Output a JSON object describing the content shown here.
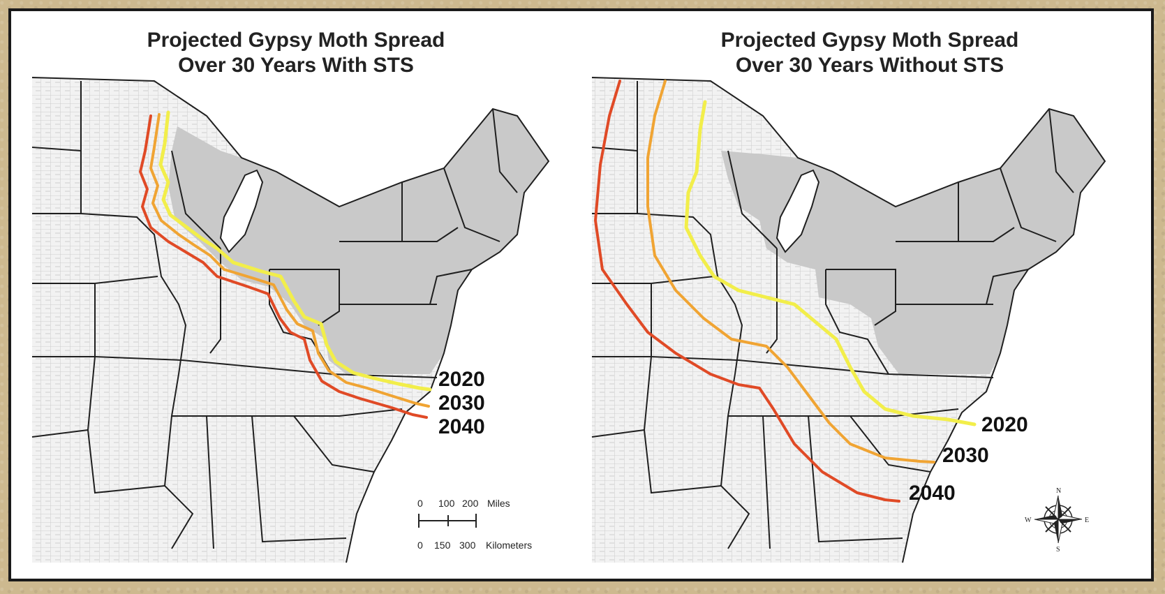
{
  "panels": [
    {
      "title_line1": "Projected Gypsy Moth Spread",
      "title_line2": "Over 30 Years With STS",
      "fronts": [
        {
          "year": "2020",
          "color": "#f2ee4a"
        },
        {
          "year": "2030",
          "color": "#f0a433"
        },
        {
          "year": "2040",
          "color": "#e04a26"
        }
      ]
    },
    {
      "title_line1": "Projected Gypsy Moth Spread",
      "title_line2": "Over 30 Years Without STS",
      "fronts": [
        {
          "year": "2020",
          "color": "#f2ee4a"
        },
        {
          "year": "2030",
          "color": "#f0a433"
        },
        {
          "year": "2040",
          "color": "#e04a26"
        }
      ]
    }
  ],
  "scale_bar": {
    "miles_ticks": [
      "0",
      "100",
      "200"
    ],
    "miles_unit": "Miles",
    "km_ticks": [
      "0",
      "150",
      "300"
    ],
    "km_unit": "Kilometers"
  },
  "compass": {
    "n": "N",
    "s": "S",
    "e": "E",
    "w": "W"
  },
  "colors": {
    "infested": "#c9c9c9",
    "uninfested": "#f2f2f2",
    "county_line": "#bdbdbd",
    "state_line": "#1f1f1f"
  }
}
